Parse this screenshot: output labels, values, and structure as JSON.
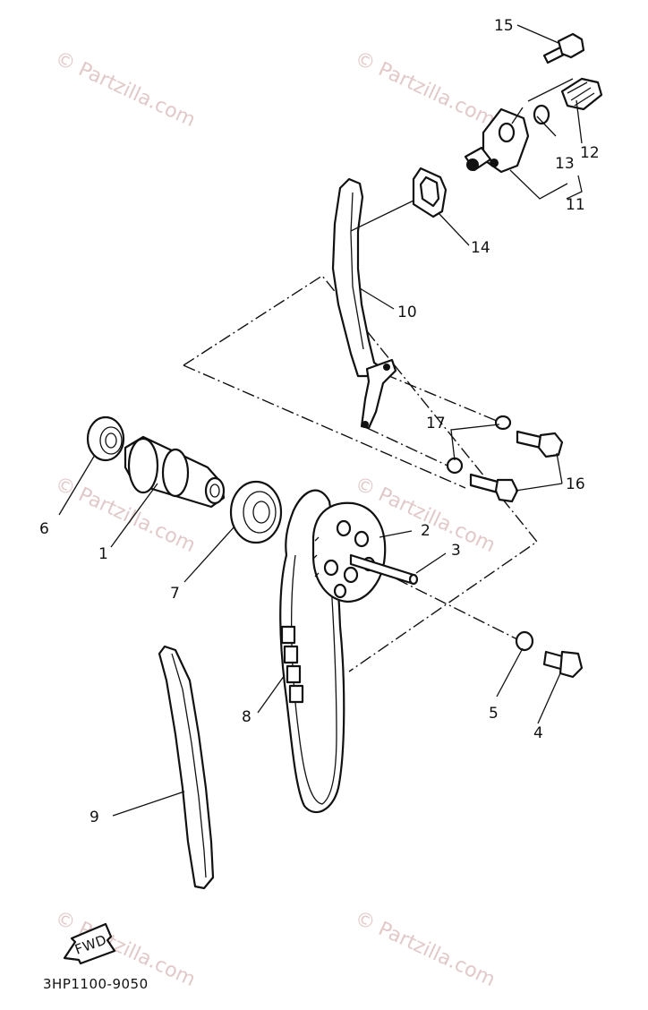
{
  "watermark": "© Partzilla.com",
  "diagram_code": "3HP1100-9050",
  "fwd_label": "FWD",
  "callouts": {
    "p1": "1",
    "p2": "2",
    "p3": "3",
    "p4": "4",
    "p5": "5",
    "p6": "6",
    "p7": "7",
    "p8": "8",
    "p9": "9",
    "p10": "10",
    "p11": "11",
    "p12": "12",
    "p13": "13",
    "p14": "14",
    "p15": "15",
    "p16": "16",
    "p17": "17"
  }
}
